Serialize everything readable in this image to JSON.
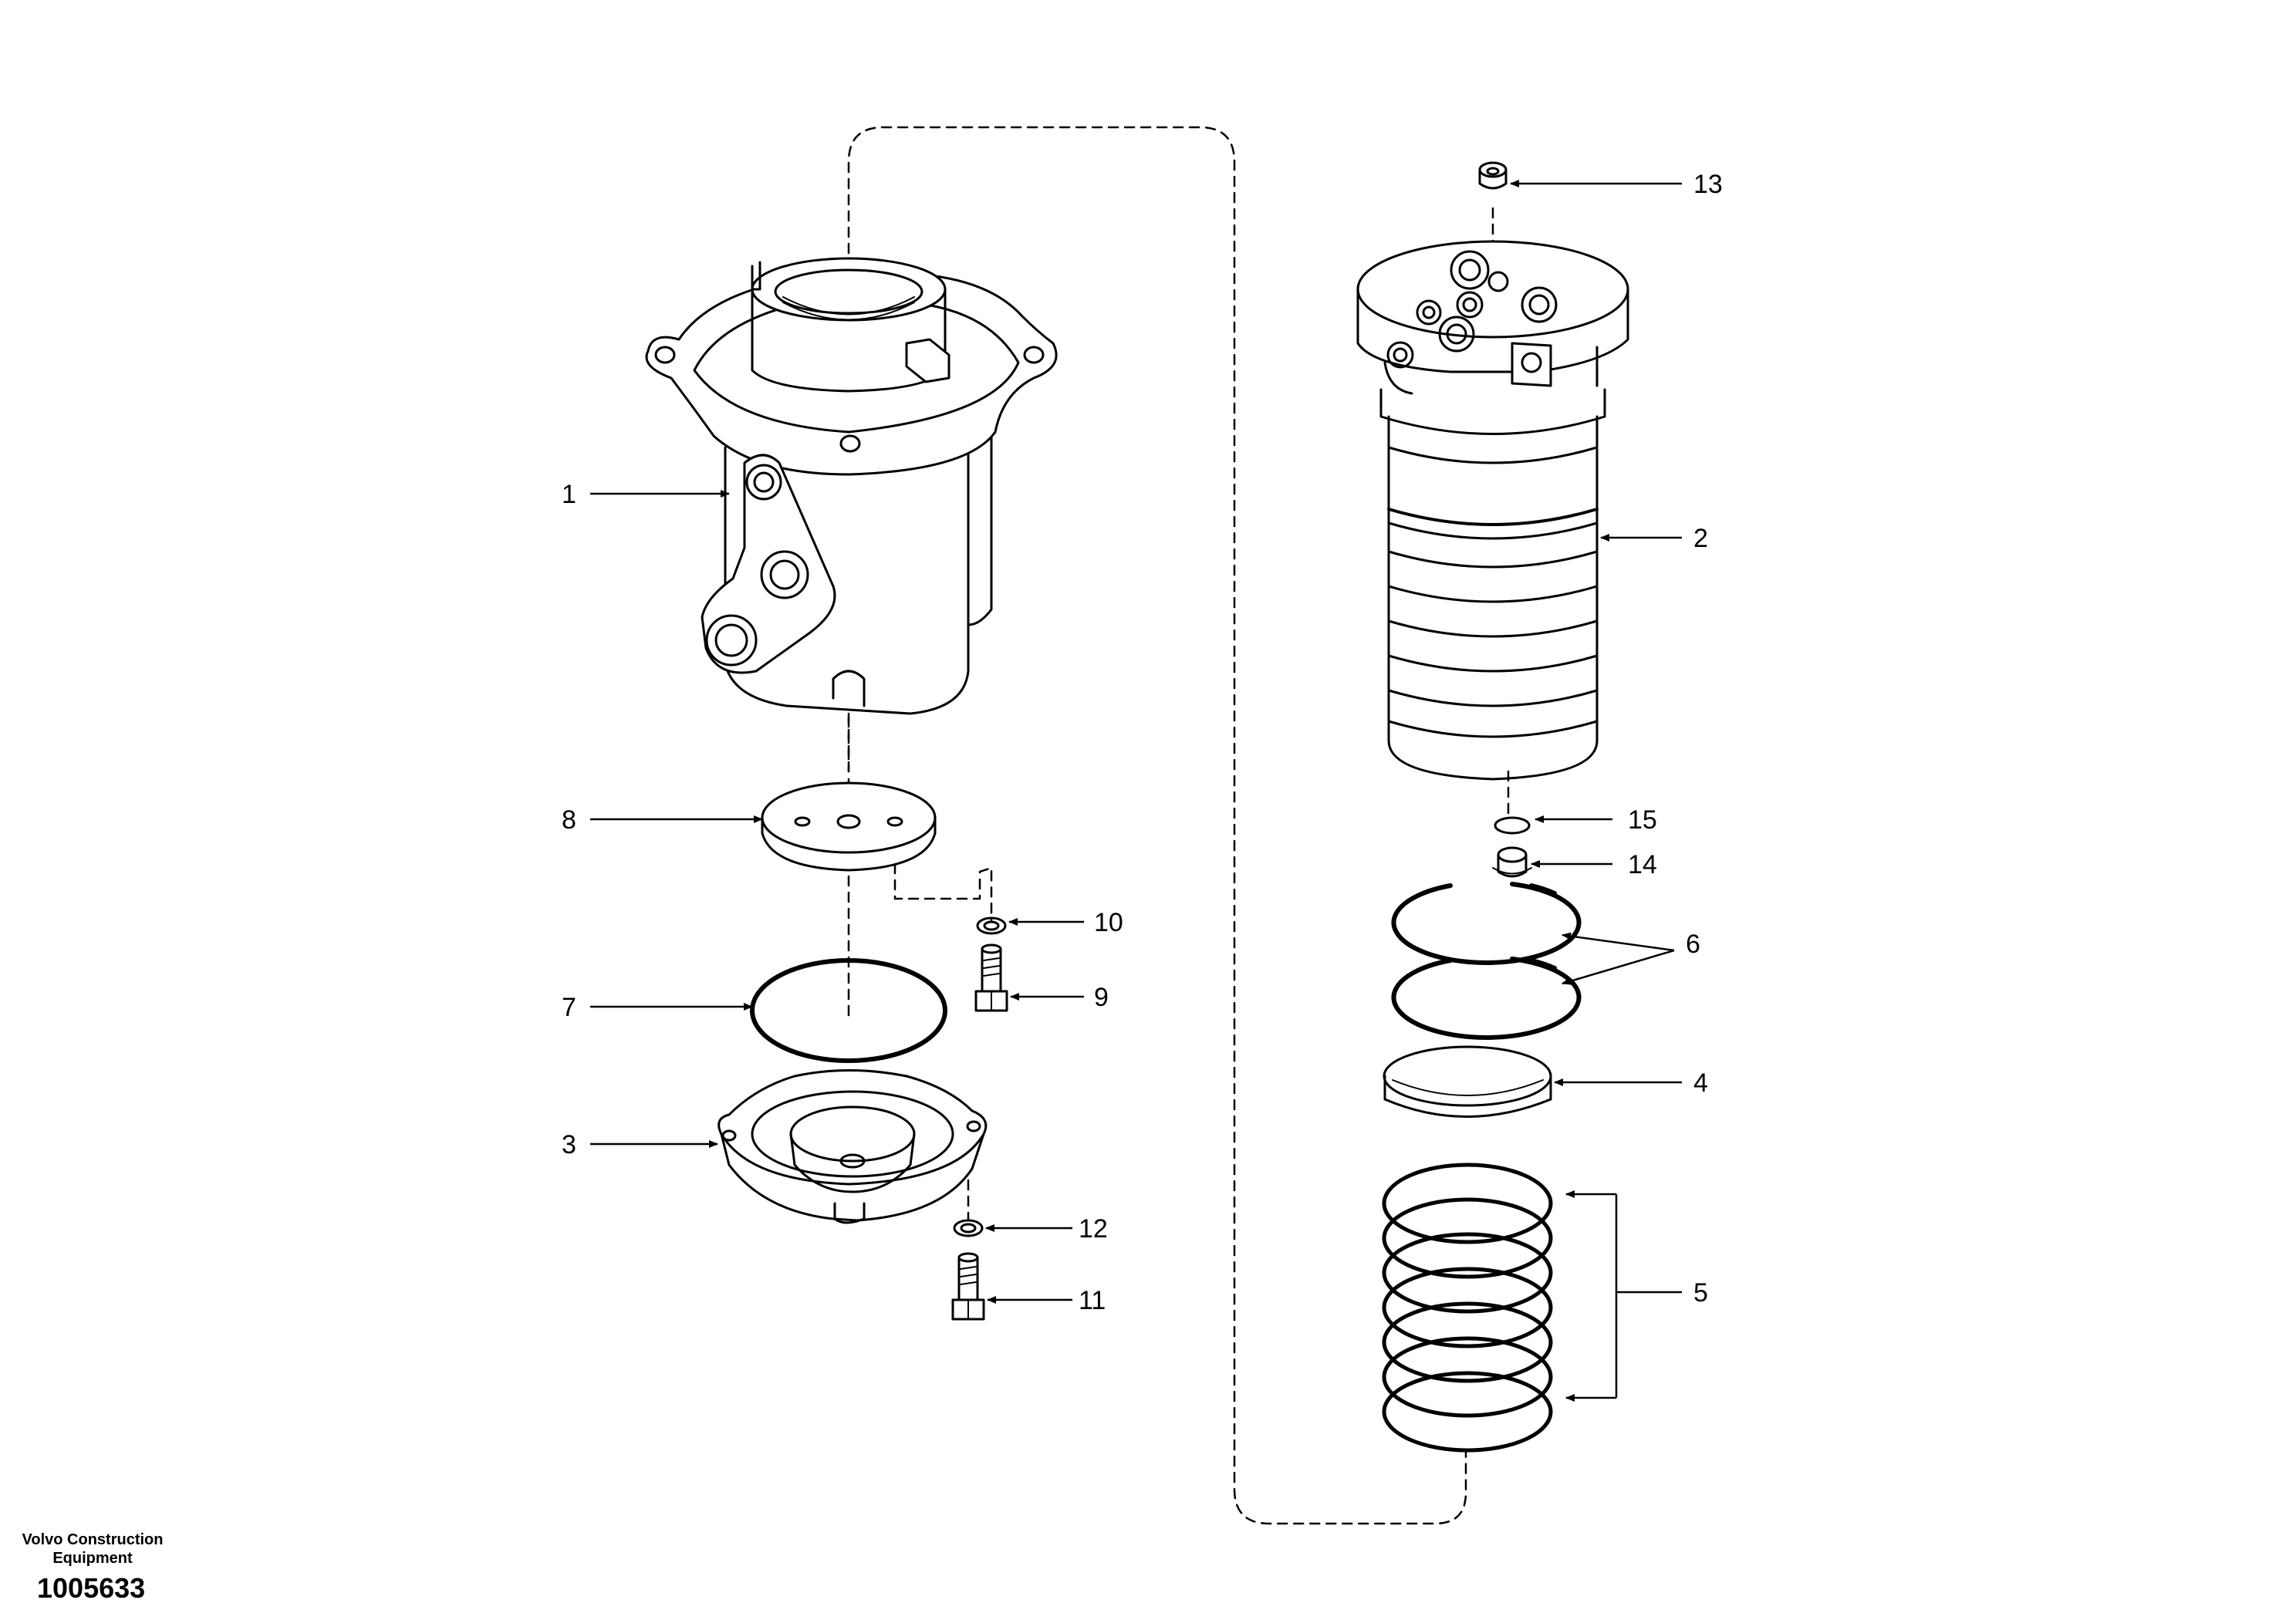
{
  "footer": {
    "brand_line1": "Volvo Construction",
    "brand_line2": "Equipment",
    "illustration_number": "1005633"
  },
  "callouts": [
    {
      "label": "1",
      "part": "swivel-housing"
    },
    {
      "label": "2",
      "part": "spindle"
    },
    {
      "label": "3",
      "part": "cover"
    },
    {
      "label": "4",
      "part": "ring"
    },
    {
      "label": "5",
      "part": "seal-rings"
    },
    {
      "label": "6",
      "part": "snap-rings"
    },
    {
      "label": "7",
      "part": "o-ring"
    },
    {
      "label": "8",
      "part": "thrust-plate"
    },
    {
      "label": "9",
      "part": "bolt"
    },
    {
      "label": "10",
      "part": "washer"
    },
    {
      "label": "11",
      "part": "bolt"
    },
    {
      "label": "12",
      "part": "washer"
    },
    {
      "label": "13",
      "part": "plug"
    },
    {
      "label": "14",
      "part": "plug"
    },
    {
      "label": "15",
      "part": "o-ring"
    }
  ],
  "colors": {
    "line": "#000000",
    "background": "#ffffff"
  }
}
